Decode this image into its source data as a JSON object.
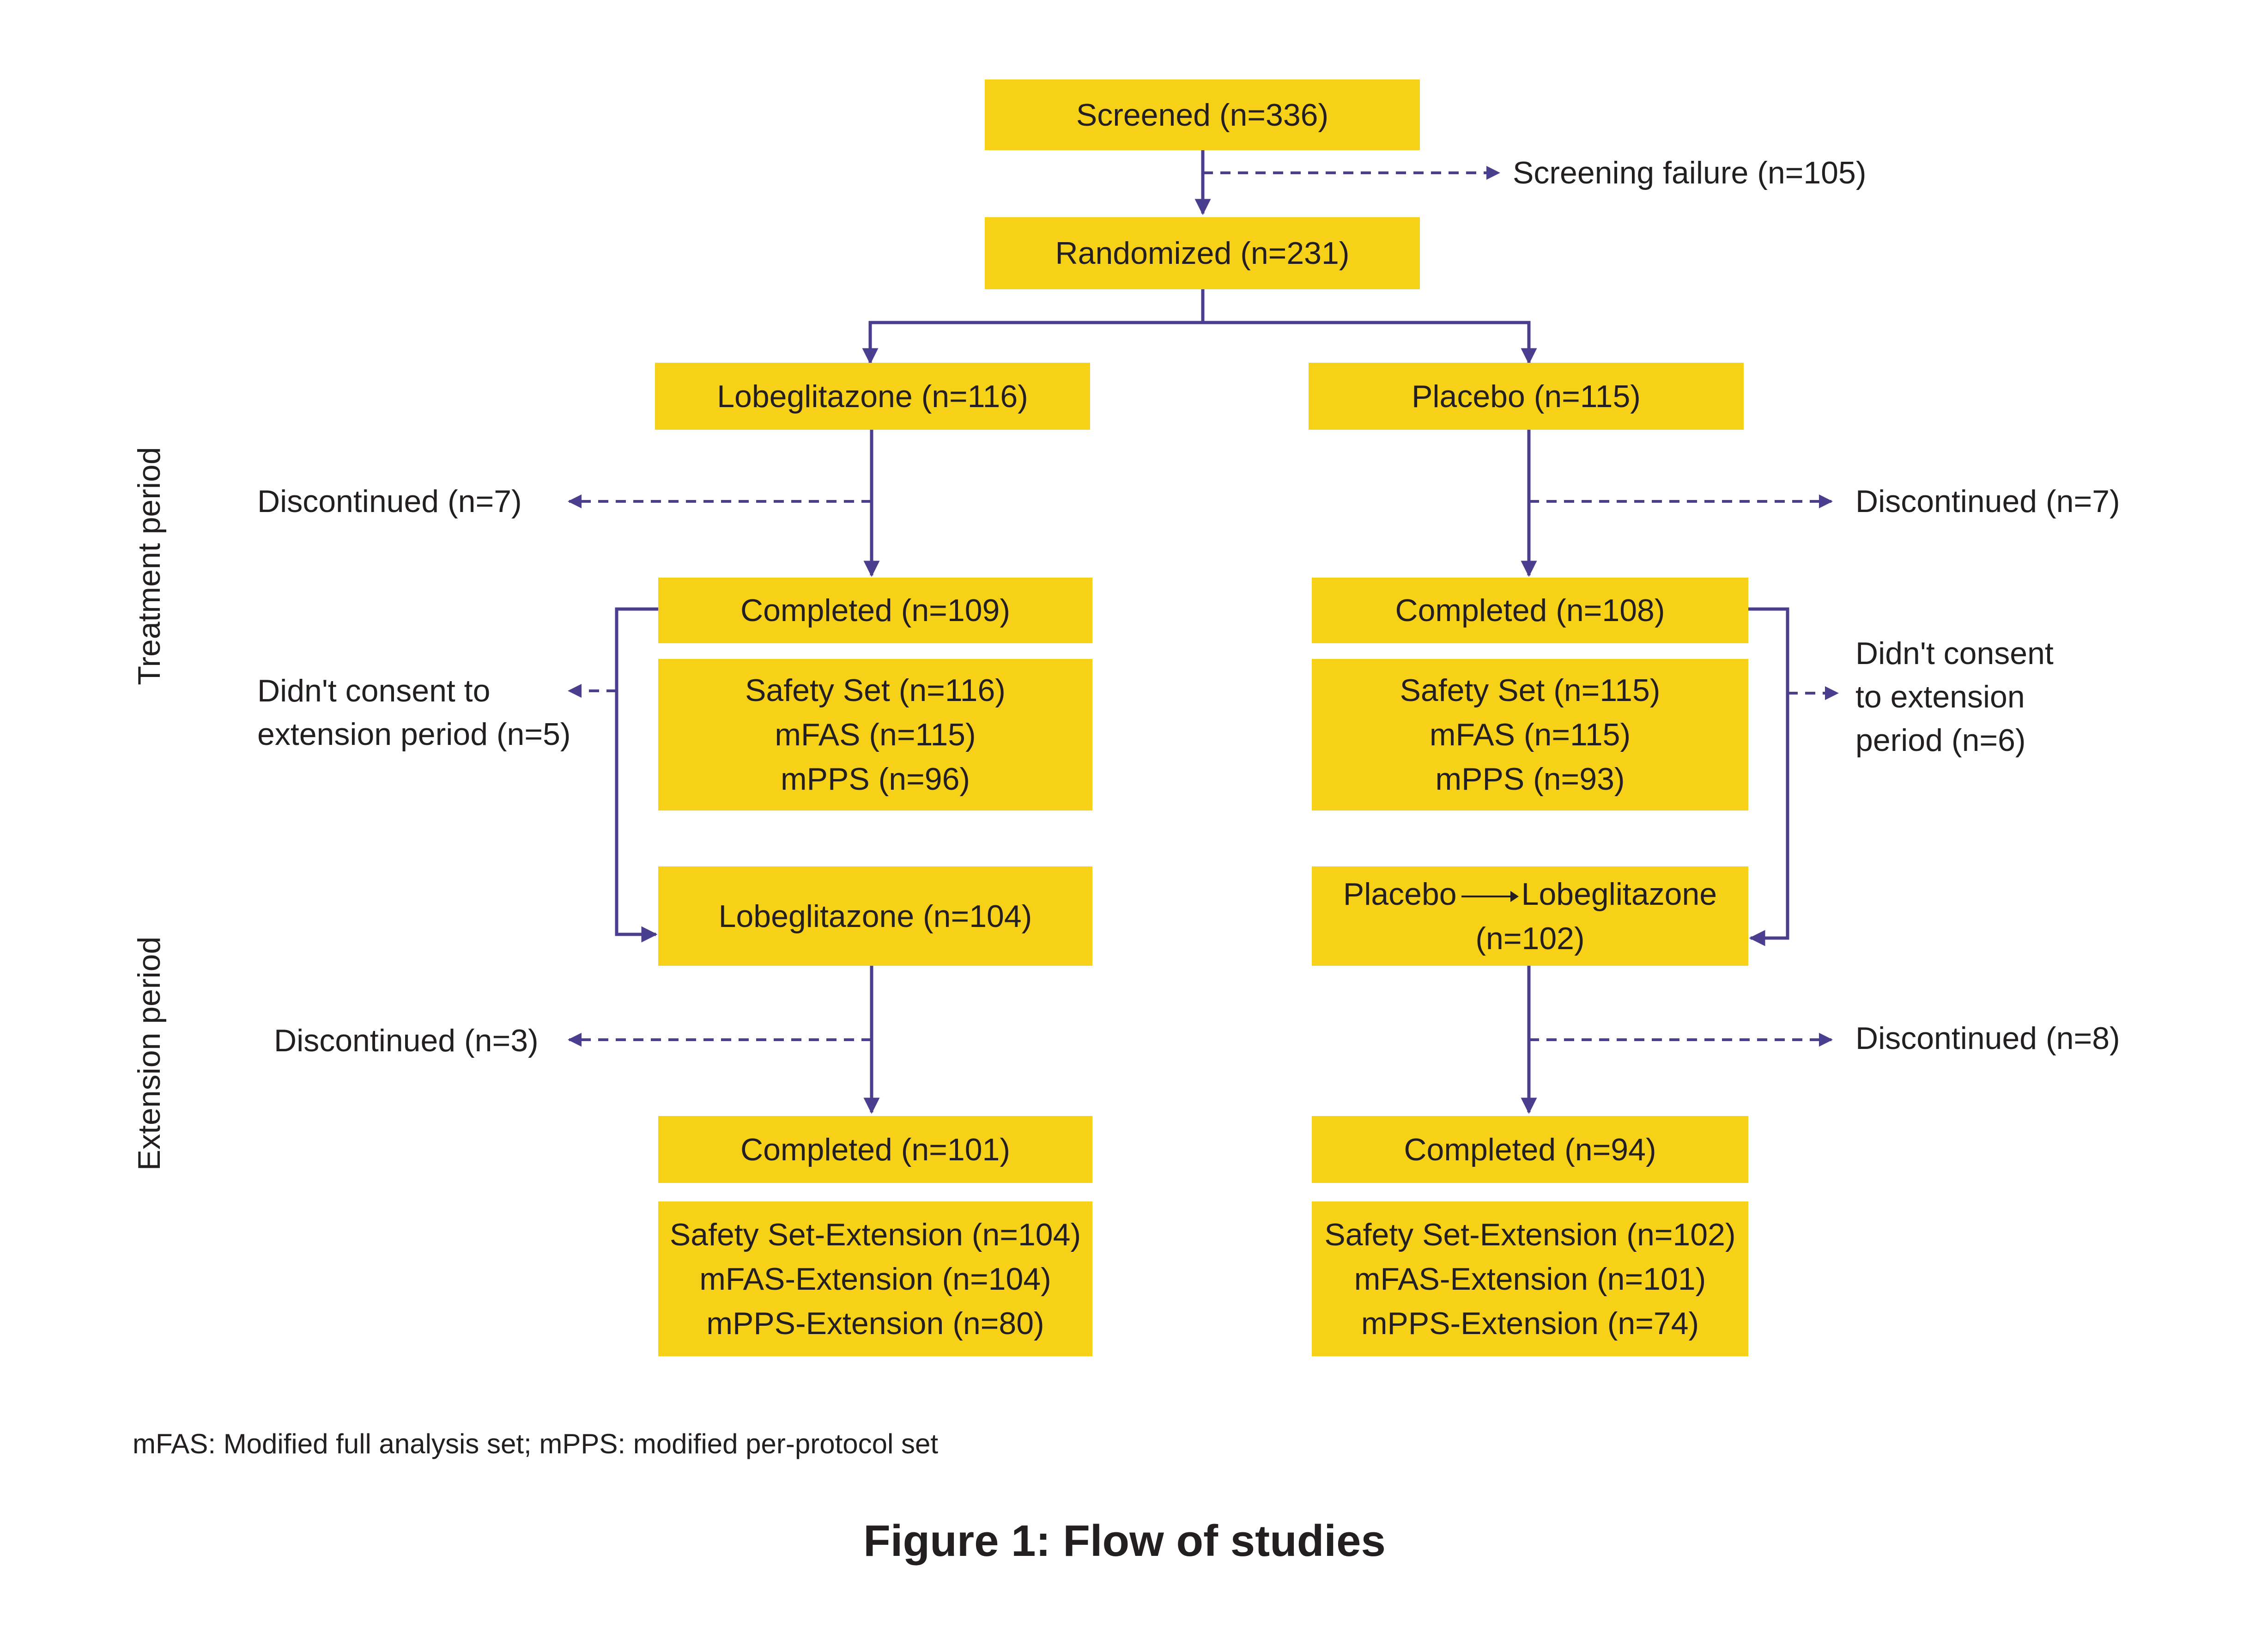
{
  "nodes": {
    "screened": "Screened (n=336)",
    "randomized": "Randomized (n=231)",
    "lobe": "Lobeglitazone (n=116)",
    "placebo": "Placebo (n=115)",
    "lobe_completed": "Completed (n=109)",
    "placebo_completed": "Completed (n=108)",
    "lobe_sets": [
      "Safety Set (n=116)",
      "mFAS (n=115)",
      "mPPS (n=96)"
    ],
    "placebo_sets": [
      "Safety Set (n=115)",
      "mFAS (n=115)",
      "mPPS (n=93)"
    ],
    "lobe_ext": "Lobeglitazone (n=104)",
    "switch_from": "Placebo",
    "switch_to": "Lobeglitazone",
    "switch_n": "(n=102)",
    "lobe_ext_completed": "Completed (n=101)",
    "placebo_ext_completed": "Completed (n=94)",
    "lobe_ext_sets": [
      "Safety Set-Extension (n=104)",
      "mFAS-Extension (n=104)",
      "mPPS-Extension (n=80)"
    ],
    "placebo_ext_sets": [
      "Safety Set-Extension (n=102)",
      "mFAS-Extension (n=101)",
      "mPPS-Extension (n=74)"
    ]
  },
  "side_labels": {
    "screening_failure": "Screening failure (n=105)",
    "lobe_discontinued": "Discontinued (n=7)",
    "placebo_discontinued": "Discontinued (n=7)",
    "lobe_no_consent": [
      "Didn't consent to",
      "extension period (n=5)"
    ],
    "placebo_no_consent": [
      "Didn't consent",
      "to extension",
      "period (n=6)"
    ],
    "lobe_ext_discontinued": "Discontinued (n=3)",
    "placebo_ext_discontinued": "Discontinued (n=8)"
  },
  "periods": {
    "treatment": "Treatment period",
    "extension": "Extension period"
  },
  "footnote": "mFAS: Modified full analysis set; mPPS: modified per-protocol set",
  "caption": "Figure 1: Flow of studies",
  "colors": {
    "box": "#f7d117",
    "connector": "#4a3f8f",
    "text": "#231f20"
  }
}
